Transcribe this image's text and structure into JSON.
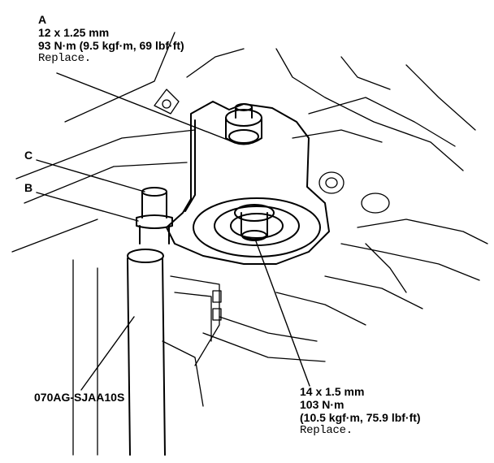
{
  "labels": {
    "a": {
      "letter": "A",
      "size": "12 x 1.25 mm",
      "torque": "93 N·m (9.5 kgf·m, 69 lbf·ft)",
      "note": "Replace."
    },
    "b": {
      "letter": "B"
    },
    "c": {
      "letter": "C"
    },
    "tool": {
      "part_number": "070AG-SJAA10S"
    },
    "bolt": {
      "size": "14 x 1.5 mm",
      "torque": "103 N·m",
      "torque_alt": "(10.5 kgf·m, 75.9 lbf·ft)",
      "note": "Replace."
    }
  },
  "colors": {
    "ink": "#000000",
    "paper": "#ffffff"
  }
}
